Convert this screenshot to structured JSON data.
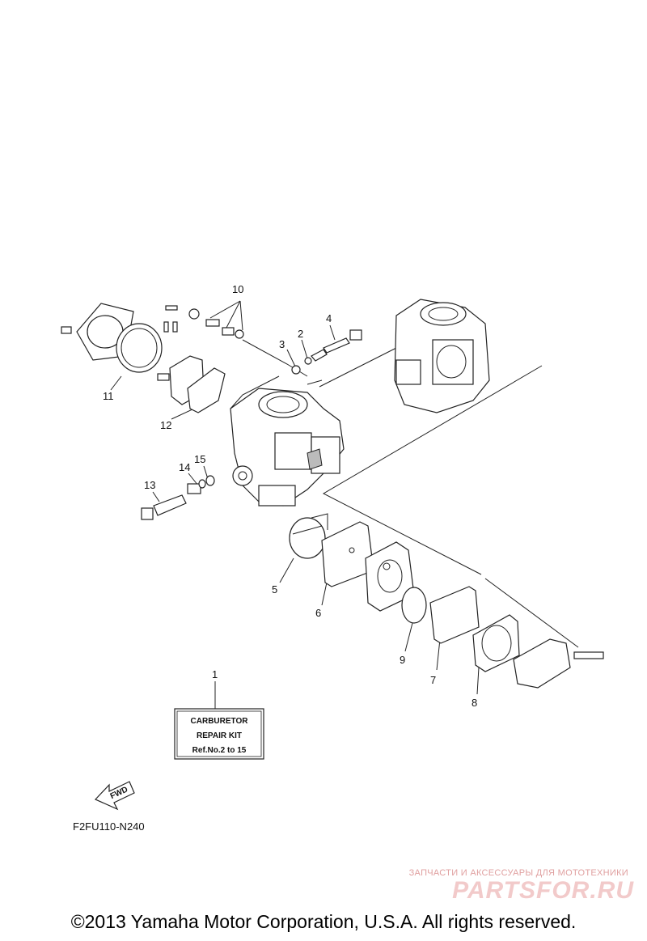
{
  "callouts": [
    {
      "id": "c1",
      "text": "1"
    },
    {
      "id": "c2",
      "text": "2"
    },
    {
      "id": "c3",
      "text": "3"
    },
    {
      "id": "c4",
      "text": "4"
    },
    {
      "id": "c5",
      "text": "5"
    },
    {
      "id": "c6",
      "text": "6"
    },
    {
      "id": "c7",
      "text": "7"
    },
    {
      "id": "c8",
      "text": "8"
    },
    {
      "id": "c9",
      "text": "9"
    },
    {
      "id": "c10",
      "text": "10"
    },
    {
      "id": "c11",
      "text": "11"
    },
    {
      "id": "c12",
      "text": "12"
    },
    {
      "id": "c13",
      "text": "13"
    },
    {
      "id": "c14",
      "text": "14"
    },
    {
      "id": "c15",
      "text": "15"
    }
  ],
  "kit_label": {
    "line1": "CARBURETOR",
    "line2": "REPAIR KIT",
    "line3": "Ref.No.2 to 15"
  },
  "fwd_label": "FWD",
  "diagram_code": "F2FU110-N240",
  "watermark": {
    "subtitle": "ЗАПЧАСТИ И АКСЕССУАРЫ ДЛЯ МОТОТЕХНИКИ",
    "brand": "PARTSFOR.RU"
  },
  "copyright": "©2013 Yamaha Motor Corporation, U.S.A. All rights reserved."
}
